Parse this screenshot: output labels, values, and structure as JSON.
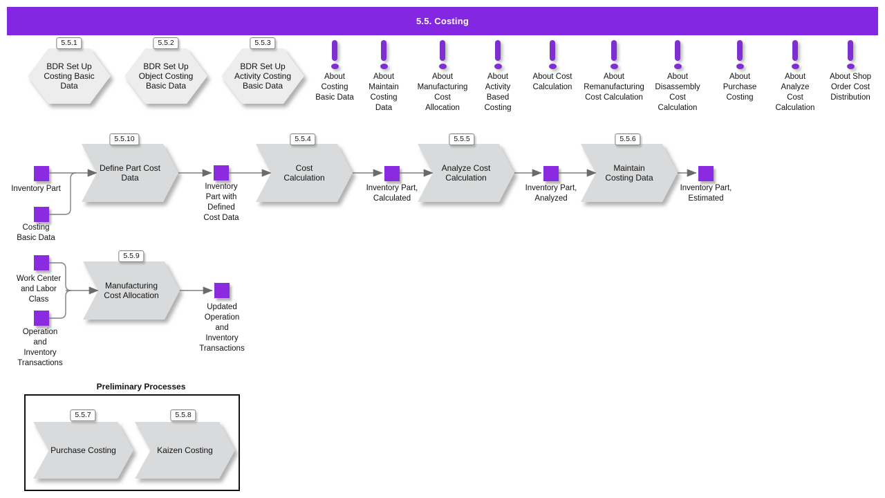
{
  "banner": {
    "title": "5.5. Costing"
  },
  "colors": {
    "banner": "#8327E2",
    "artifact_square": "#8A2BE0",
    "about_icon": "#7D2FD2",
    "process_fill": "#D9DADB",
    "hexagon_fill": "#EDEDED",
    "connector": "#7F7F7F"
  },
  "bdr_processes": [
    {
      "ref": "5.5.1",
      "label": "BDR Set Up\nCosting Basic\nData"
    },
    {
      "ref": "5.5.2",
      "label": "BDR Set Up\nObject Costing\nBasic Data"
    },
    {
      "ref": "5.5.3",
      "label": "BDR Set Up\nActivity Costing\nBasic Data"
    }
  ],
  "about_links": [
    {
      "label": "About\nCosting\nBasic Data"
    },
    {
      "label": "About\nMaintain\nCosting\nData"
    },
    {
      "label": "About\nManufacturing\nCost\nAllocation"
    },
    {
      "label": "About\nActivity\nBased\nCosting"
    },
    {
      "label": "About Cost\nCalculation"
    },
    {
      "label": "About\nRemanufacturing\nCost Calculation"
    },
    {
      "label": "About\nDisassembly\nCost\nCalculation"
    },
    {
      "label": "About\nPurchase\nCosting"
    },
    {
      "label": "About\nAnalyze\nCost\nCalculation"
    },
    {
      "label": "About Shop\nOrder Cost\nDistribution"
    }
  ],
  "processes": [
    {
      "ref": "5.5.10",
      "label": "Define Part Cost\nData"
    },
    {
      "ref": "5.5.4",
      "label": "Cost\nCalculation"
    },
    {
      "ref": "5.5.5",
      "label": "Analyze Cost\nCalculation"
    },
    {
      "ref": "5.5.6",
      "label": "Maintain\nCosting Data"
    },
    {
      "ref": "5.5.9",
      "label": "Manufacturing\nCost Allocation"
    }
  ],
  "artifacts": [
    {
      "label": "Inventory Part"
    },
    {
      "label": "Costing\nBasic Data"
    },
    {
      "label": "Inventory\nPart with\nDefined\nCost Data"
    },
    {
      "label": "Inventory Part,\nCalculated"
    },
    {
      "label": "Inventory Part,\nAnalyzed"
    },
    {
      "label": "Inventory Part,\nEstimated"
    },
    {
      "label": "Work Center\nand Labor\nClass"
    },
    {
      "label": "Operation\nand\nInventory\nTransactions"
    },
    {
      "label": "Updated\nOperation\nand\nInventory\nTransactions"
    }
  ],
  "preliminary": {
    "title": "Preliminary Processes",
    "processes": [
      {
        "ref": "5.5.7",
        "label": "Purchase Costing"
      },
      {
        "ref": "5.5.8",
        "label": "Kaizen Costing"
      }
    ]
  }
}
